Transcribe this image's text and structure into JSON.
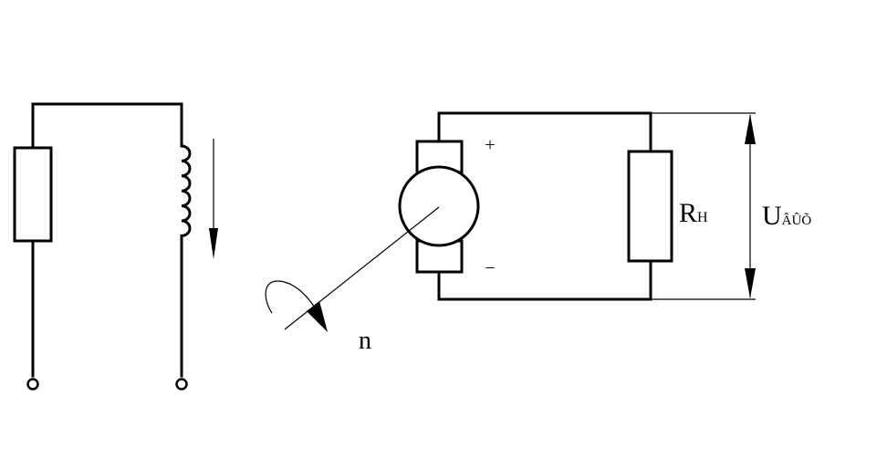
{
  "labels": {
    "plus": "+",
    "minus": "−",
    "rh_main": "R",
    "rh_sub": "H",
    "u_main": "U",
    "u_sub": "ÂÛÕ",
    "n": "n"
  }
}
